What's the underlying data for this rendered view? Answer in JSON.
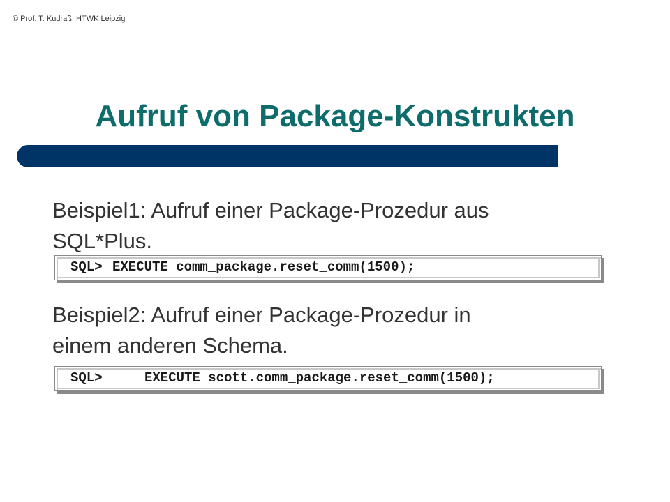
{
  "copyright": "© Prof. T. Kudraß, HTWK Leipzig",
  "title": "Aufruf von Package-Konstrukten",
  "examples": [
    {
      "text_line1": "Beispiel1: Aufruf einer Package-Prozedur aus",
      "text_line2": "SQL*Plus.",
      "prompt": "SQL>",
      "command": "EXECUTE comm_package.reset_comm(1500);"
    },
    {
      "text_line1": "Beispiel2: Aufruf einer Package-Prozedur in",
      "text_line2": "einem anderen Schema.",
      "prompt": "SQL>",
      "command": "EXECUTE scott.comm_package.reset_comm(1500);"
    }
  ],
  "colors": {
    "title": "#0e6c6c",
    "title_bar": "#003366",
    "body_text": "#333333"
  }
}
